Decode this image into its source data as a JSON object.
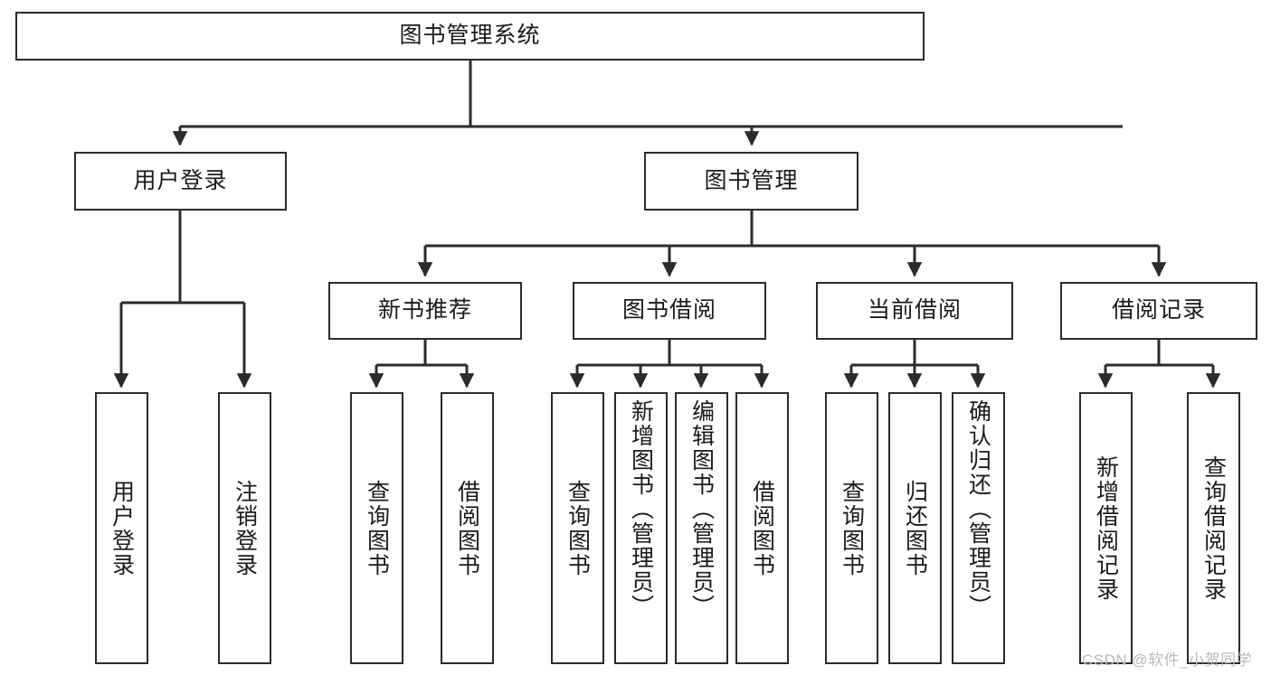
{
  "diagram": {
    "type": "tree-hierarchy",
    "title": "图书管理系统",
    "root": {
      "id": "root",
      "label": "图书管理系统",
      "orientation": "horizontal"
    },
    "level2": [
      {
        "id": "user-login",
        "label": "用户登录",
        "orientation": "horizontal"
      },
      {
        "id": "book-manage",
        "label": "图书管理",
        "orientation": "horizontal"
      }
    ],
    "level3": [
      {
        "id": "new-book-recommend",
        "label": "新书推荐",
        "parent": "book-manage",
        "orientation": "horizontal"
      },
      {
        "id": "book-borrow",
        "label": "图书借阅",
        "parent": "book-manage",
        "orientation": "horizontal"
      },
      {
        "id": "current-borrow",
        "label": "当前借阅",
        "parent": "book-manage",
        "orientation": "horizontal"
      },
      {
        "id": "borrow-record",
        "label": "借阅记录",
        "parent": "book-manage",
        "orientation": "horizontal"
      }
    ],
    "leaves": [
      {
        "id": "leaf-user-login",
        "label": "用户登录",
        "parent": "user-login",
        "orientation": "vertical"
      },
      {
        "id": "leaf-user-logout",
        "label": "注销登录",
        "parent": "user-login",
        "orientation": "vertical"
      },
      {
        "id": "leaf-query-book-1",
        "label": "查询图书",
        "parent": "new-book-recommend",
        "orientation": "vertical"
      },
      {
        "id": "leaf-borrow-book-1",
        "label": "借阅图书",
        "parent": "new-book-recommend",
        "orientation": "vertical"
      },
      {
        "id": "leaf-query-book-2",
        "label": "查询图书",
        "parent": "book-borrow",
        "orientation": "vertical"
      },
      {
        "id": "leaf-add-book",
        "label": "新增图书（管理员）",
        "parent": "book-borrow",
        "orientation": "vertical"
      },
      {
        "id": "leaf-edit-book",
        "label": "编辑图书（管理员）",
        "parent": "book-borrow",
        "orientation": "vertical"
      },
      {
        "id": "leaf-borrow-book-2",
        "label": "借阅图书",
        "parent": "book-borrow",
        "orientation": "vertical"
      },
      {
        "id": "leaf-query-book-3",
        "label": "查询图书",
        "parent": "current-borrow",
        "orientation": "vertical"
      },
      {
        "id": "leaf-return-book",
        "label": "归还图书",
        "parent": "current-borrow",
        "orientation": "vertical"
      },
      {
        "id": "leaf-confirm-return",
        "label": "确认归还（管理员）",
        "parent": "current-borrow",
        "orientation": "vertical"
      },
      {
        "id": "leaf-add-record",
        "label": "新增借阅记录",
        "parent": "borrow-record",
        "orientation": "vertical"
      },
      {
        "id": "leaf-query-record",
        "label": "查询借阅记录",
        "parent": "borrow-record",
        "orientation": "vertical"
      }
    ],
    "colors": {
      "stroke": "#2b2b2b",
      "fill": "#ffffff",
      "text": "#1a1a1a",
      "watermark": "#b9b9b9"
    }
  },
  "watermark": {
    "text": "CSDN @软件_小贺同学"
  }
}
